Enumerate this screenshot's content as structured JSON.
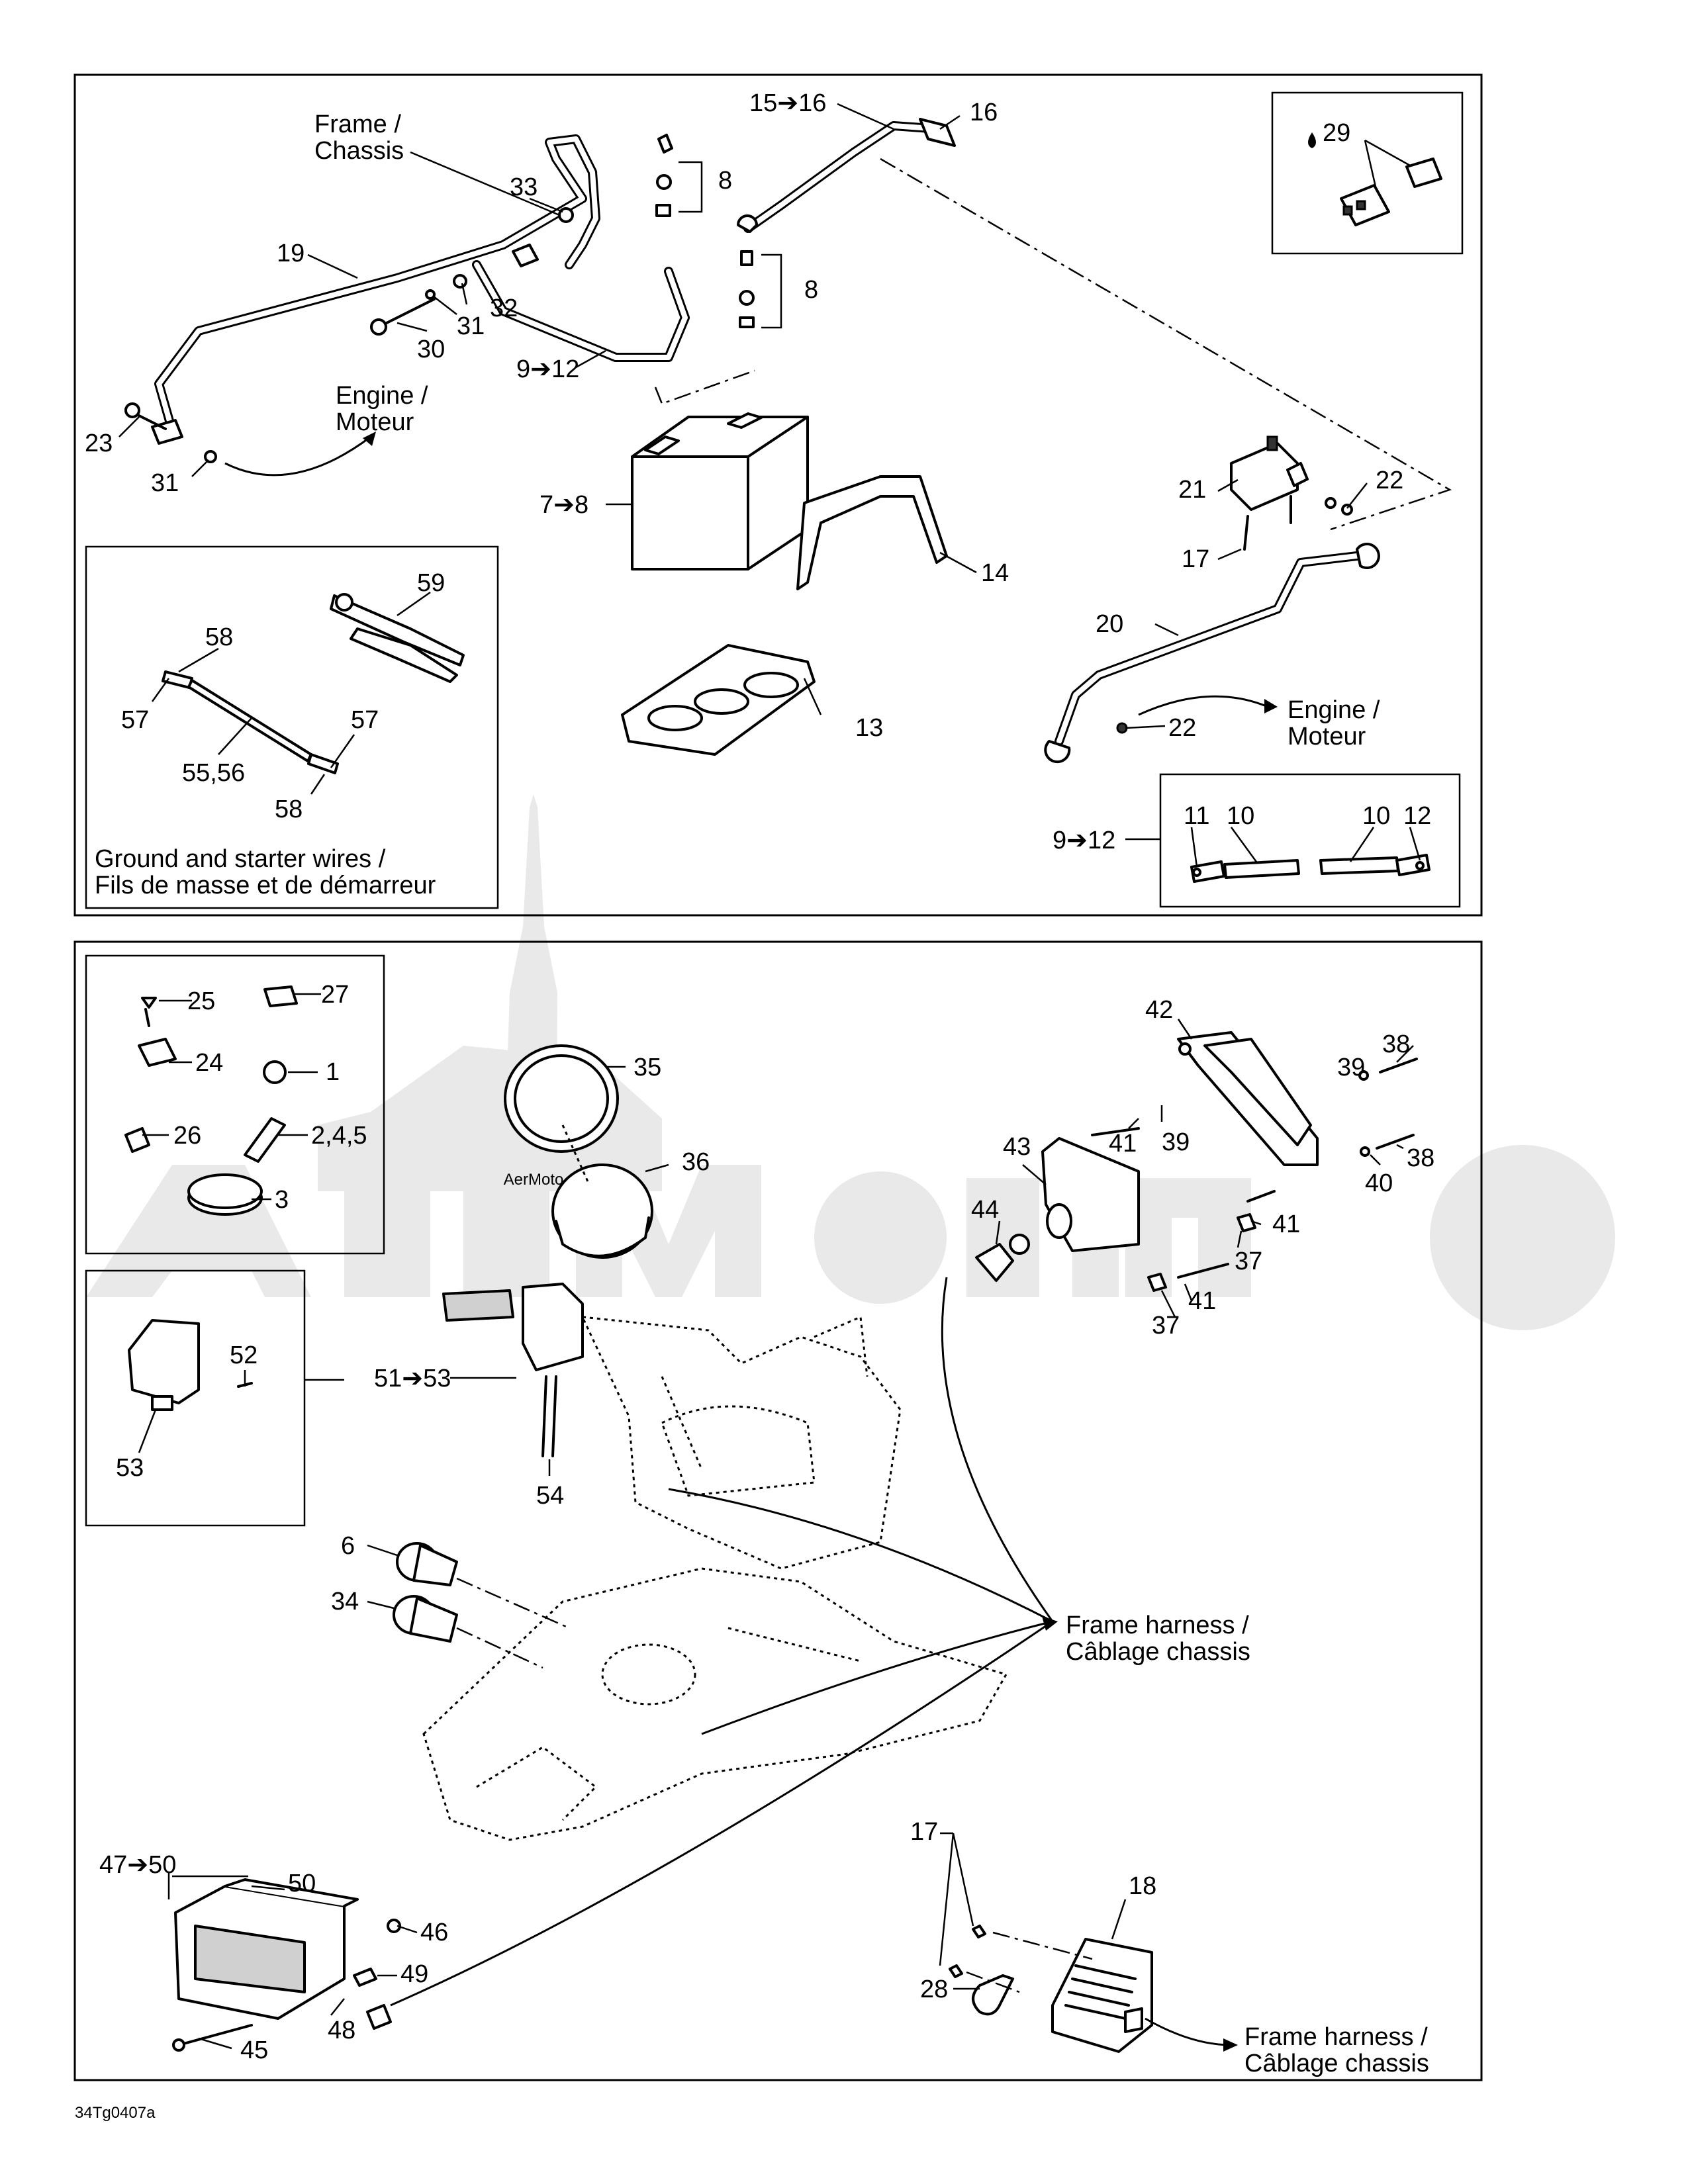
{
  "top_panel": {
    "frame_chassis": [
      "Frame /",
      "Chassis"
    ],
    "engine_moteur_left": [
      "Engine /",
      "Moteur"
    ],
    "engine_moteur_right": [
      "Engine /",
      "Moteur"
    ],
    "ground_starter": [
      "Ground and starter wires /",
      "Fils de masse et de démarreur"
    ],
    "callouts": {
      "c15_16": "15➔16",
      "c16": "16",
      "c29": "29",
      "c8a": "8",
      "c8b": "8",
      "c33": "33",
      "c19": "19",
      "c32": "32",
      "c31a": "31",
      "c30": "30",
      "c9_12a": "9➔12",
      "c23": "23",
      "c31b": "31",
      "c7_8": "7➔8",
      "c21": "21",
      "c22a": "22",
      "c17": "17",
      "c14": "14",
      "c59": "59",
      "c58a": "58",
      "c57a": "57",
      "c57b": "57",
      "c55_56": "55,56",
      "c58b": "58",
      "c13": "13",
      "c20": "20",
      "c22b": "22",
      "c9_12b": "9➔12",
      "c11": "11",
      "c10a": "10",
      "c10b": "10",
      "c12": "12"
    }
  },
  "bottom_panel": {
    "frame_harness_1": [
      "Frame harness /",
      "Câblage chassis"
    ],
    "frame_harness_2": [
      "Frame harness /",
      "Câblage chassis"
    ],
    "callouts": {
      "c25": "25",
      "c27": "27",
      "c24": "24",
      "c1": "1",
      "c26": "26",
      "c2_4_5": "2,4,5",
      "c3": "3",
      "c35": "35",
      "c36": "36",
      "c42": "42",
      "c38a": "38",
      "c39a": "39",
      "c41a": "41",
      "c39b": "39",
      "c43": "43",
      "c38b": "38",
      "c40": "40",
      "c44": "44",
      "c41b": "41",
      "c37a": "37",
      "c41c": "41",
      "c37b": "37",
      "c52": "52",
      "c51_53": "51➔53",
      "c53": "53",
      "c54": "54",
      "c6": "6",
      "c34": "34",
      "c47_50": "47➔50",
      "c50": "50",
      "c46": "46",
      "c49": "49",
      "c48": "48",
      "c45": "45",
      "c17": "17",
      "c18": "18",
      "c28": "28"
    }
  },
  "figure_code": "34Tg0407a",
  "watermark_text": "AerMoto"
}
